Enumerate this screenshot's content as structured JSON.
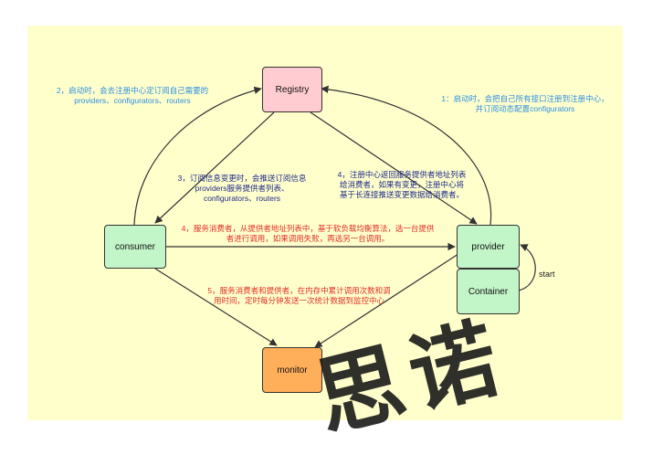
{
  "nodes": {
    "registry": "Registry",
    "consumer": "consumer",
    "provider": "provider",
    "container": "Container",
    "monitor": "monitor"
  },
  "labels": {
    "start": "start",
    "step1_line1": "1：启动时，会把自己所有接口注册到注册中心，",
    "step1_line2": "并订阅动态配置configurators",
    "step2_line1": "2，启动时，会去注册中心定订阅自己需要的",
    "step2_line2": "providers、configurators、routers",
    "step3_line1": "3，订阅信息变更时，会推送订阅信息",
    "step3_line2": "providers服务提供者列表、",
    "step3_line3": "configurators、routers",
    "step4a_line1": "4，注册中心返回服务提供者地址列表",
    "step4a_line2": "给消费者，如果有变更，注册中心将",
    "step4a_line3": "基于长连接推送变更数据给消费者。",
    "step4b_line1": "4，服务消费者，从提供者地址列表中，基于软负载均衡算法，选一台提供",
    "step4b_line2": "者进行调用，如果调用失败，再选另一台调用。",
    "step5_line1": "5，服务消费者和提供者，在内存中累计调用次数和调",
    "step5_line2": "用时间，定时每分钟发送一次统计数据到监控中心"
  },
  "watermark": "思诺",
  "colors": {
    "background": "#ffffcc",
    "registry": "#ffccd1",
    "consumer": "#c2f5c8",
    "provider": "#c2f5c8",
    "container": "#c2f5c8",
    "monitor": "#ffae5a",
    "blue_text": "#2f8fe0",
    "navy_text": "#1f2a8a",
    "red_text": "#e0302a",
    "arrow": "#333333"
  }
}
